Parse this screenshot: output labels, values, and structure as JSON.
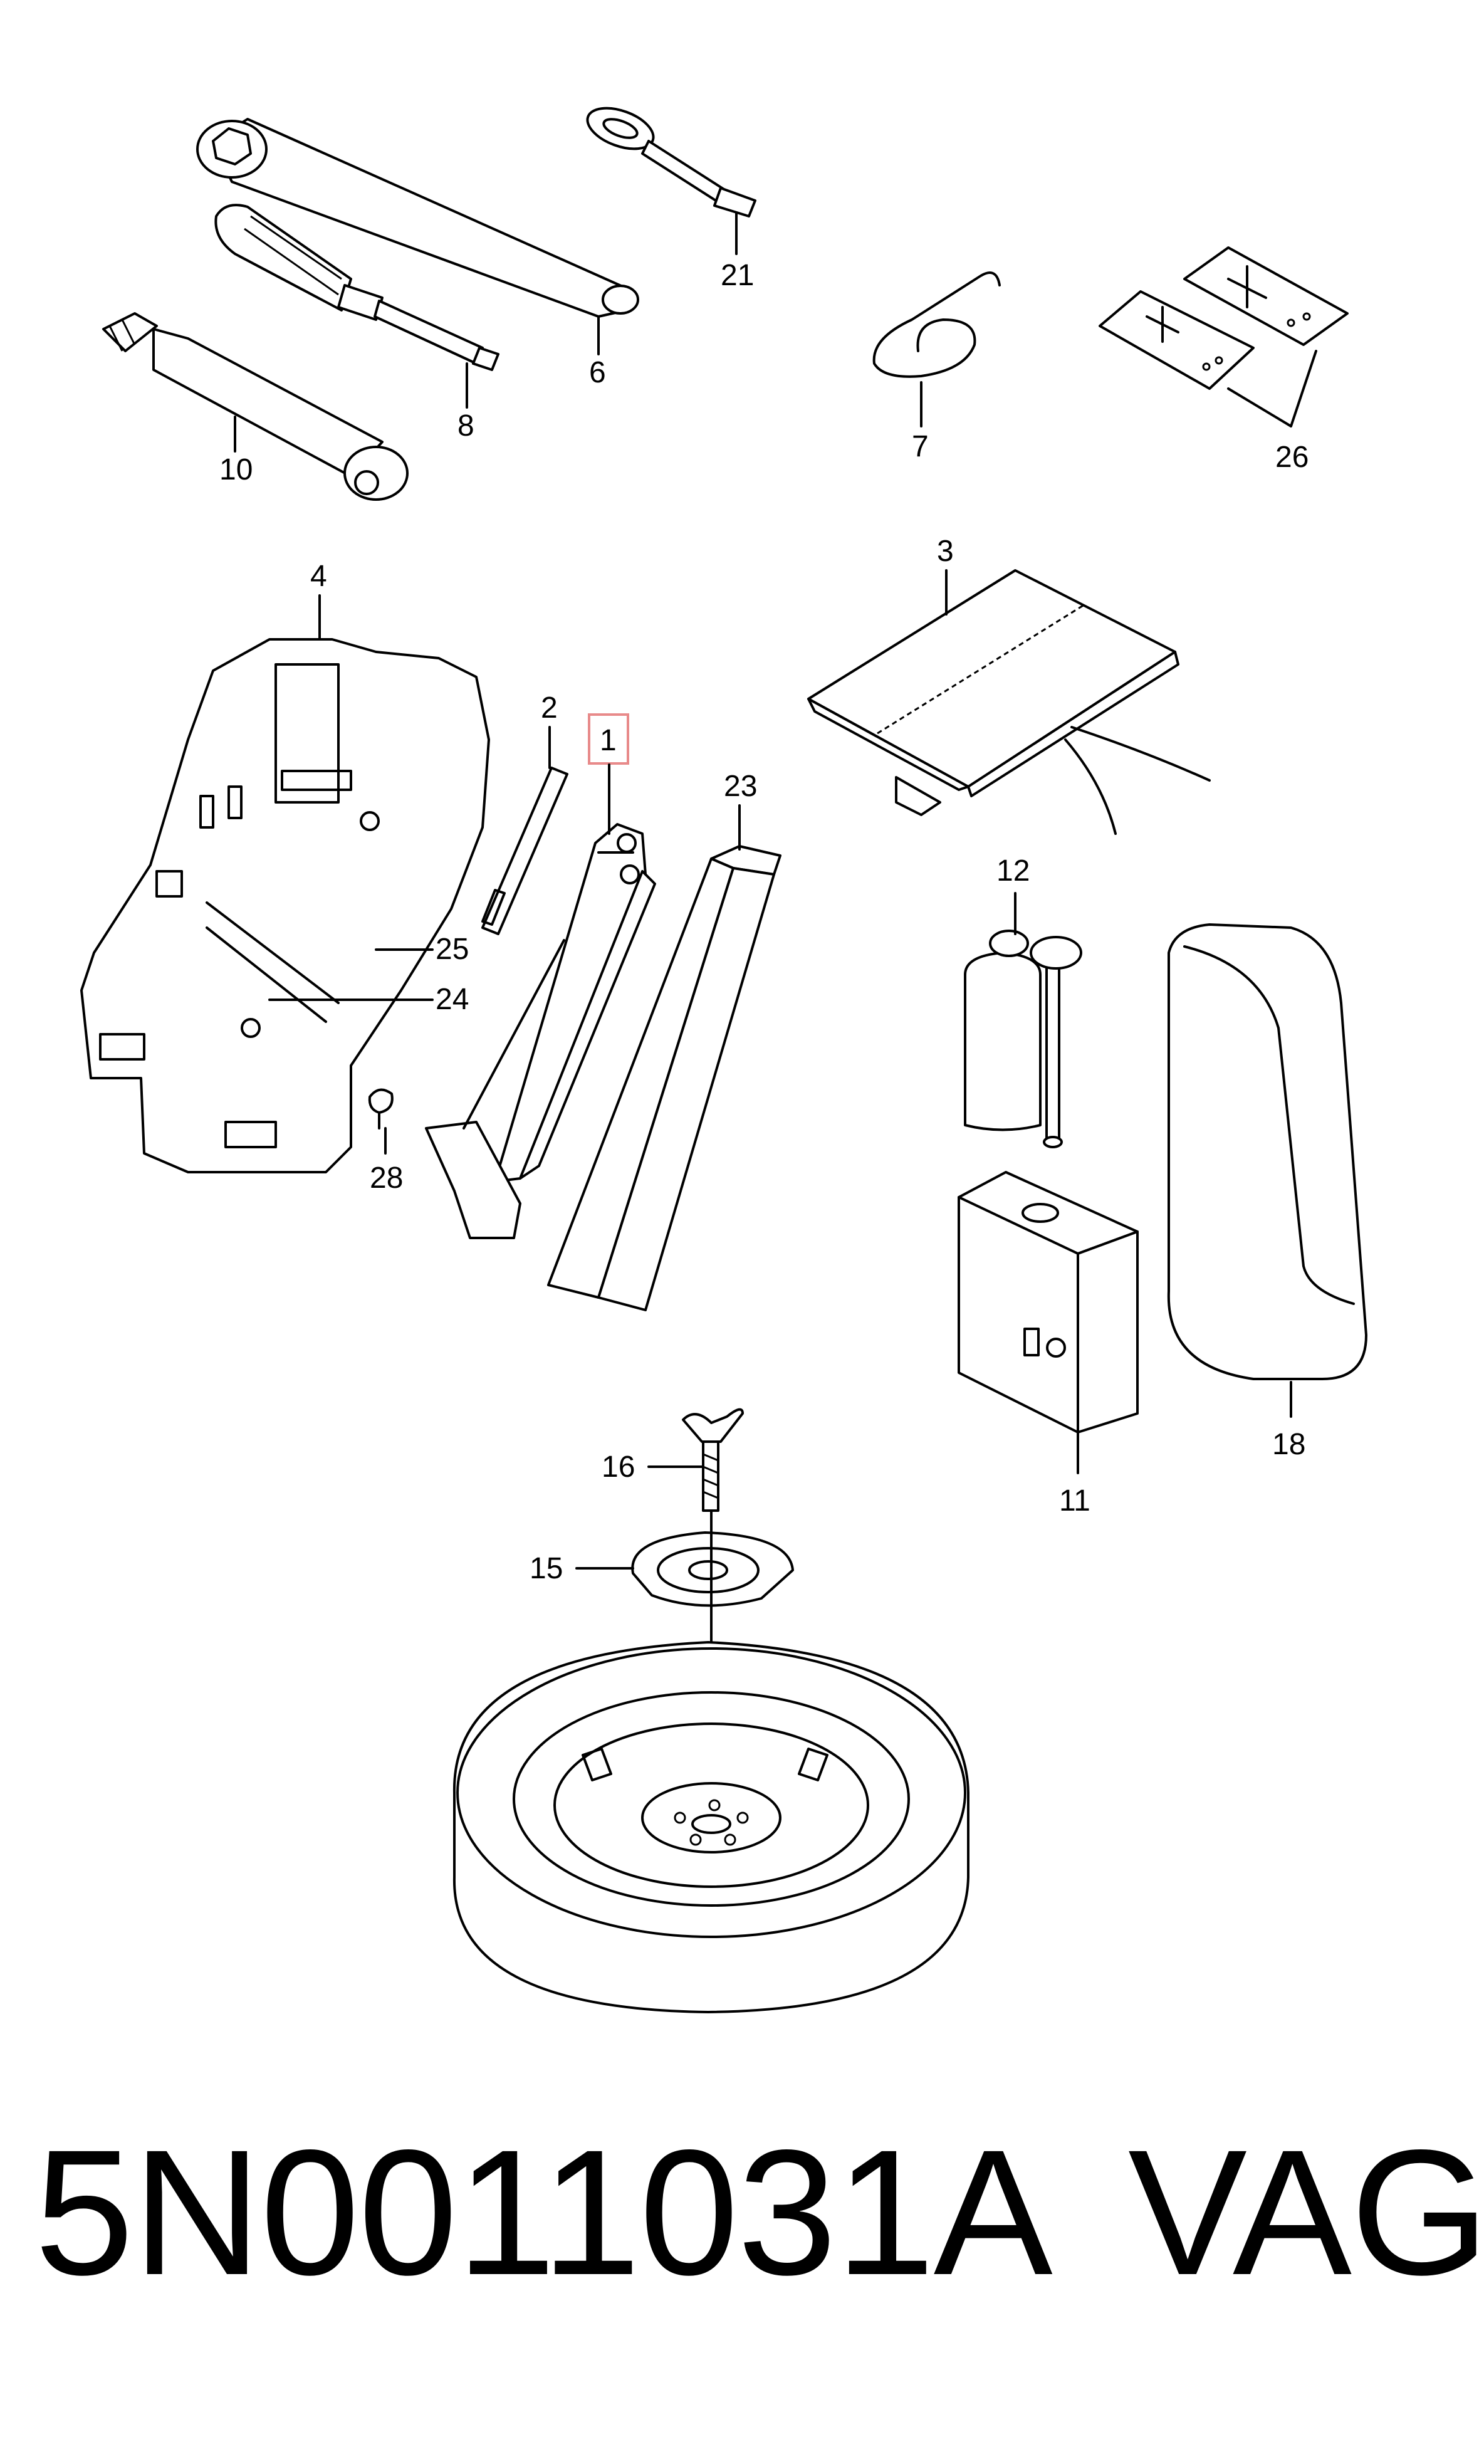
{
  "callouts": {
    "c1": "1",
    "c2": "2",
    "c3": "3",
    "c4": "4",
    "c6": "6",
    "c7": "7",
    "c8": "8",
    "c10": "10",
    "c11": "11",
    "c12": "12",
    "c15": "15",
    "c16": "16",
    "c18": "18",
    "c21": "21",
    "c23": "23",
    "c24": "24",
    "c25": "25",
    "c26": "26",
    "c28": "28"
  },
  "footer": {
    "part_number": "5N0011031A",
    "brand": "VAG"
  },
  "colors": {
    "highlight_box": "#e88a8a"
  }
}
